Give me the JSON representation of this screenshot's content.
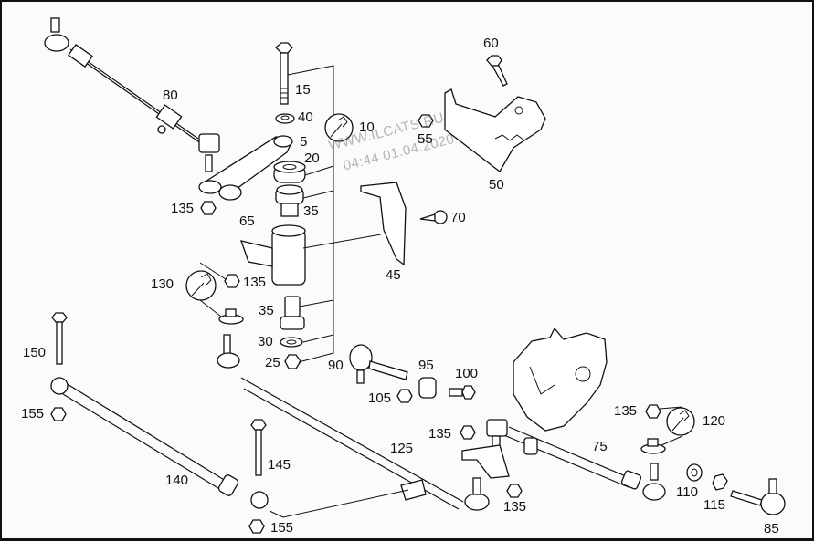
{
  "diagram": {
    "title": "Steering linkage exploded view",
    "watermark": {
      "line1": "WWW.ILCATS.RU",
      "line2": "04:44 01.04.2020"
    },
    "callouts": [
      {
        "id": "c80",
        "label": "80"
      },
      {
        "id": "c15",
        "label": "15"
      },
      {
        "id": "c40",
        "label": "40"
      },
      {
        "id": "c10",
        "label": "10"
      },
      {
        "id": "c5",
        "label": "5"
      },
      {
        "id": "c20",
        "label": "20"
      },
      {
        "id": "c35a",
        "label": "35"
      },
      {
        "id": "c135a",
        "label": "135"
      },
      {
        "id": "c65",
        "label": "65"
      },
      {
        "id": "c135b",
        "label": "135"
      },
      {
        "id": "c130",
        "label": "130"
      },
      {
        "id": "c35b",
        "label": "35"
      },
      {
        "id": "c30",
        "label": "30"
      },
      {
        "id": "c25",
        "label": "25"
      },
      {
        "id": "c60",
        "label": "60"
      },
      {
        "id": "c55",
        "label": "55"
      },
      {
        "id": "c50",
        "label": "50"
      },
      {
        "id": "c70",
        "label": "70"
      },
      {
        "id": "c45",
        "label": "45"
      },
      {
        "id": "c90",
        "label": "90"
      },
      {
        "id": "c95",
        "label": "95"
      },
      {
        "id": "c100",
        "label": "100"
      },
      {
        "id": "c105",
        "label": "105"
      },
      {
        "id": "c150",
        "label": "150"
      },
      {
        "id": "c155a",
        "label": "155"
      },
      {
        "id": "c125",
        "label": "125"
      },
      {
        "id": "c135c",
        "label": "135"
      },
      {
        "id": "c135d",
        "label": "135"
      },
      {
        "id": "c75",
        "label": "75"
      },
      {
        "id": "c135e",
        "label": "135"
      },
      {
        "id": "c120",
        "label": "120"
      },
      {
        "id": "c145",
        "label": "145"
      },
      {
        "id": "c140",
        "label": "140"
      },
      {
        "id": "c155b",
        "label": "155"
      },
      {
        "id": "c110",
        "label": "110"
      },
      {
        "id": "c115",
        "label": "115"
      },
      {
        "id": "c85",
        "label": "85"
      }
    ]
  }
}
